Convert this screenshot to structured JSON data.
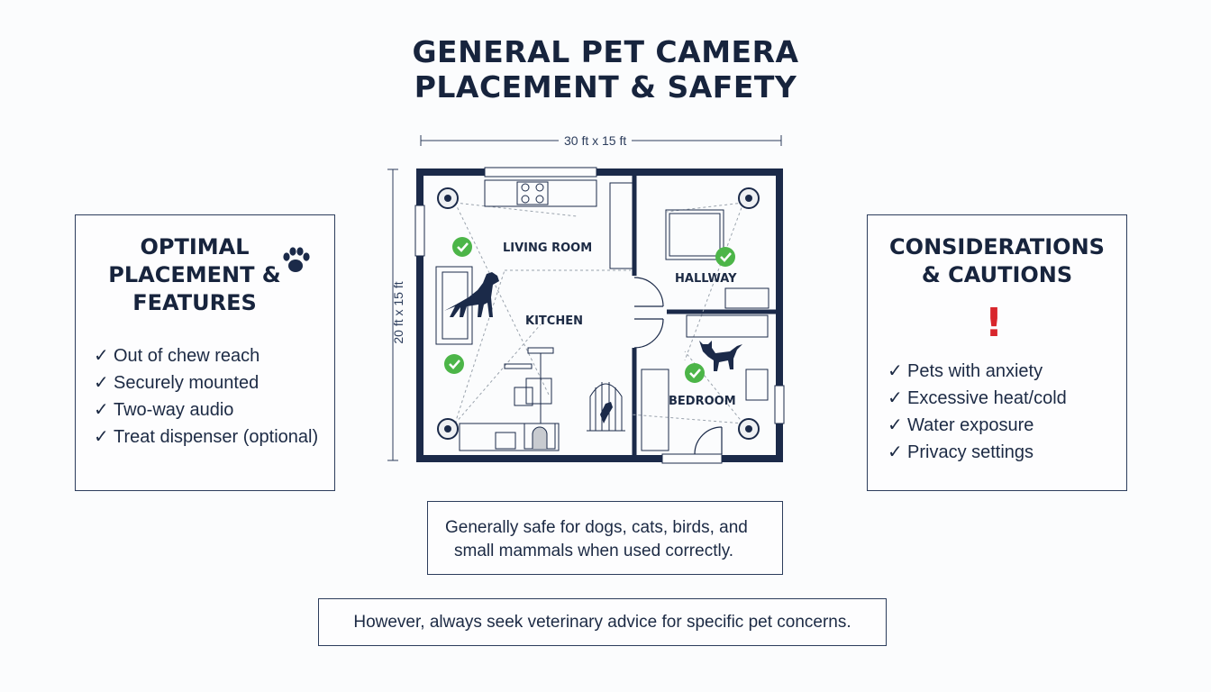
{
  "title": {
    "line1": "GENERAL PET CAMERA",
    "line2": "PLACEMENT & SAFETY"
  },
  "floorplan": {
    "width_label": "30 ft x 15 ft",
    "height_label": "20 ft x 15 ft",
    "rooms": {
      "living_room": "LIVING ROOM",
      "hallway": "HALLWAY",
      "kitchen": "KITCHEN",
      "bedroom": "BEDROOM"
    },
    "colors": {
      "wall": "#1b2a49",
      "check": "#4cb548",
      "fov_line": "#9aa3ad"
    }
  },
  "left_panel": {
    "heading_line1": "OPTIMAL",
    "heading_line2": "PLACEMENT &",
    "heading_line3": "FEATURES",
    "icon": "paw-icon",
    "items": [
      "Out of chew reach",
      "Securely mounted",
      "Two-way audio",
      "Treat dispenser (optional)"
    ]
  },
  "right_panel": {
    "heading_line1": "CONSIDERATIONS",
    "heading_line2": "& CAUTIONS",
    "alert": "!",
    "alert_color": "#d8262c",
    "items": [
      "Pets with anxiety",
      "Excessive heat/cold",
      "Water exposure",
      "Privacy settings"
    ]
  },
  "notes": {
    "safe_line1": "Generally safe for dogs, cats, birds, and",
    "safe_line2": "small mammals when used correctly.",
    "vet": "However, always seek veterinary advice for specific pet concerns."
  },
  "check_glyph": "✓"
}
